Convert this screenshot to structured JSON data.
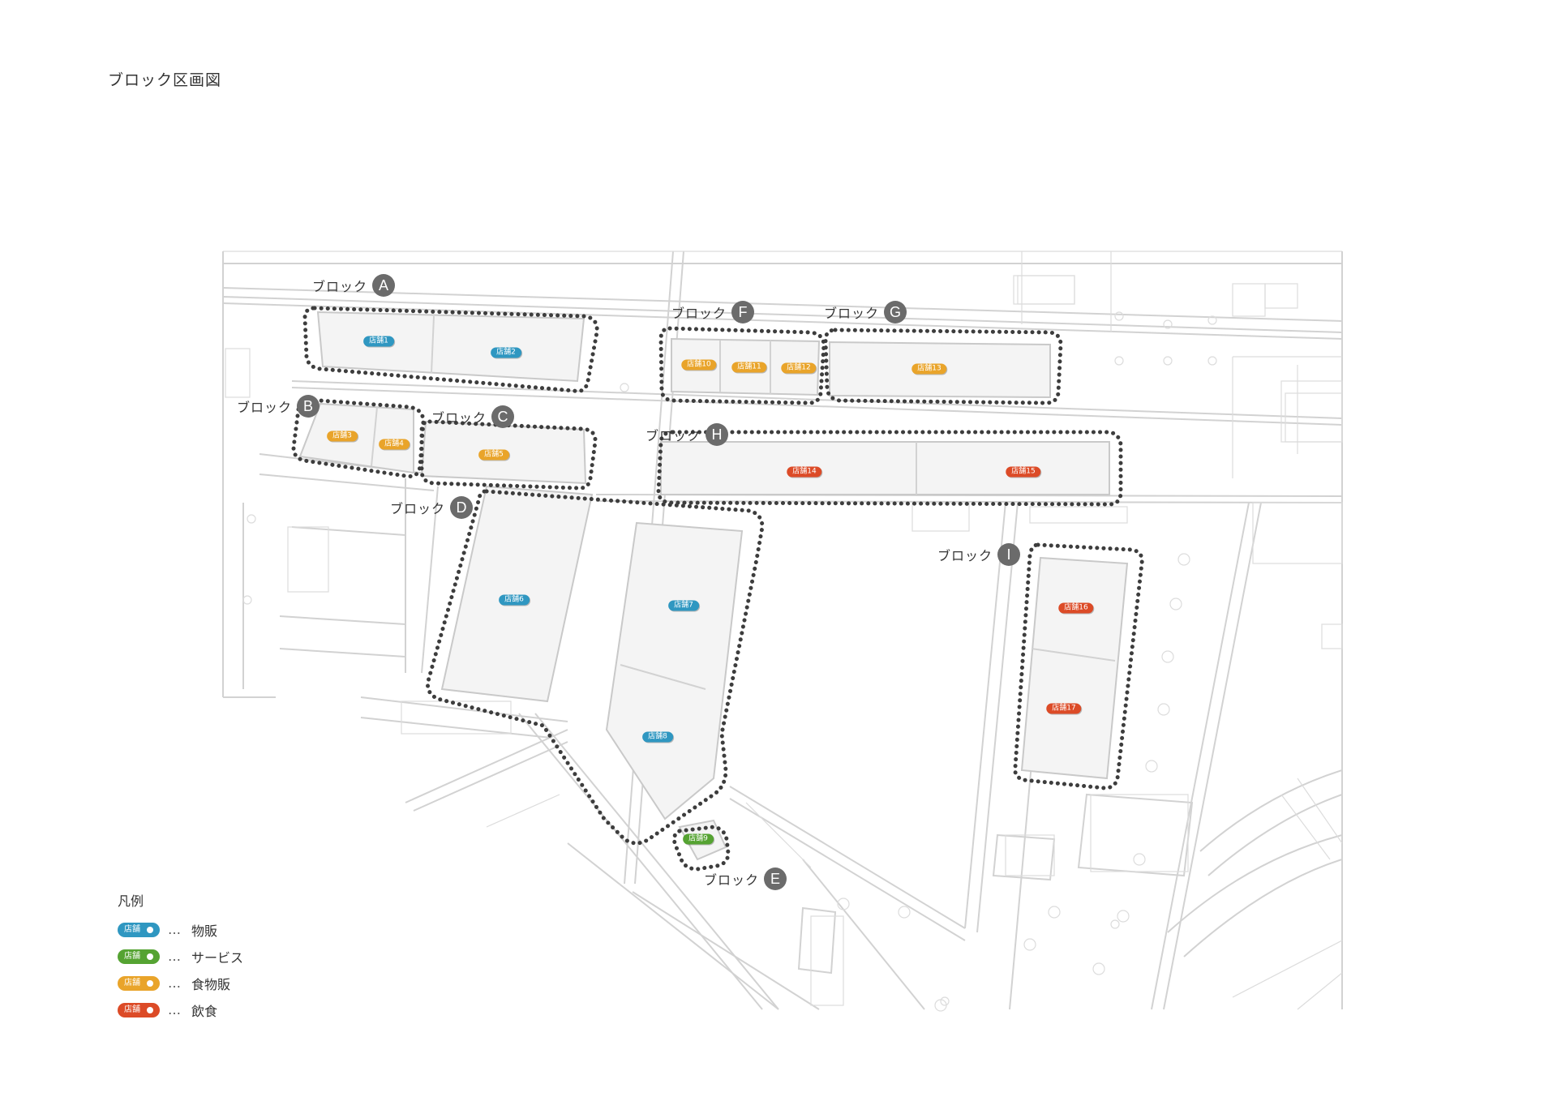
{
  "title": "ブロック区画図",
  "colors": {
    "blue": "#2f97c1",
    "green": "#55a332",
    "orange": "#e9a42a",
    "red": "#dc4b27",
    "outline": "#3d3d3d",
    "badge": "#6b6b6b"
  },
  "block_prefix": "ブロック",
  "blocks": [
    {
      "id": "A",
      "text": "ブロック",
      "letter": "A"
    },
    {
      "id": "B",
      "text": "ブロック",
      "letter": "B"
    },
    {
      "id": "C",
      "text": "ブロック",
      "letter": "C"
    },
    {
      "id": "D",
      "text": "ブロック",
      "letter": "D"
    },
    {
      "id": "E",
      "text": "ブロック",
      "letter": "E"
    },
    {
      "id": "F",
      "text": "ブロック",
      "letter": "F"
    },
    {
      "id": "G",
      "text": "ブロック",
      "letter": "G"
    },
    {
      "id": "H",
      "text": "ブロック",
      "letter": "H"
    },
    {
      "id": "I",
      "text": "ブロック",
      "letter": "I"
    }
  ],
  "shops": [
    {
      "label": "店舗1",
      "category": "物販",
      "block": "A"
    },
    {
      "label": "店舗2",
      "category": "物販",
      "block": "A"
    },
    {
      "label": "店舗3",
      "category": "食物販",
      "block": "B"
    },
    {
      "label": "店舗4",
      "category": "食物販",
      "block": "B"
    },
    {
      "label": "店舗5",
      "category": "食物販",
      "block": "C"
    },
    {
      "label": "店舗6",
      "category": "物販",
      "block": "D"
    },
    {
      "label": "店舗7",
      "category": "物販",
      "block": "D"
    },
    {
      "label": "店舗8",
      "category": "物販",
      "block": "D"
    },
    {
      "label": "店舗9",
      "category": "サービス",
      "block": "E"
    },
    {
      "label": "店舗10",
      "category": "食物販",
      "block": "F"
    },
    {
      "label": "店舗11",
      "category": "食物販",
      "block": "F"
    },
    {
      "label": "店舗12",
      "category": "食物販",
      "block": "F"
    },
    {
      "label": "店舗13",
      "category": "食物販",
      "block": "G"
    },
    {
      "label": "店舗14",
      "category": "飲食",
      "block": "H"
    },
    {
      "label": "店舗15",
      "category": "飲食",
      "block": "H"
    },
    {
      "label": "店舗16",
      "category": "飲食",
      "block": "I"
    },
    {
      "label": "店舗17",
      "category": "飲食",
      "block": "I"
    }
  ],
  "legend": {
    "title": "凡例",
    "pill_text": "店舗",
    "separator": "…",
    "items": [
      {
        "label": "物販",
        "color": "#2f97c1"
      },
      {
        "label": "サービス",
        "color": "#55a332"
      },
      {
        "label": "食物販",
        "color": "#e9a42a"
      },
      {
        "label": "飲食",
        "color": "#dc4b27"
      }
    ]
  }
}
